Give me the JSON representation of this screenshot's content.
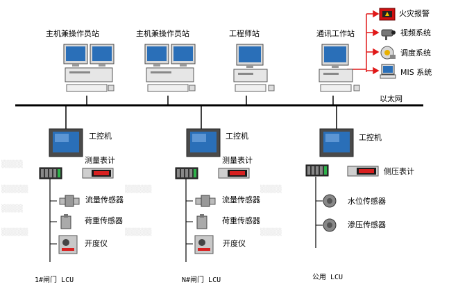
{
  "top": {
    "stations": [
      {
        "label": "主机兼操作员站"
      },
      {
        "label": "主机兼操作员站"
      },
      {
        "label": "工程师站"
      },
      {
        "label": "通讯工作站"
      }
    ],
    "external_systems": [
      {
        "label": "火灾报警",
        "icon": "fire-alarm-icon"
      },
      {
        "label": "视频系统",
        "icon": "camera-icon"
      },
      {
        "label": "调度系统",
        "icon": "dispatch-icon"
      },
      {
        "label": "MIS 系统",
        "icon": "computer-icon"
      }
    ]
  },
  "network": {
    "label": "以太网"
  },
  "lcus": [
    {
      "name": "1#闸门 LCU",
      "ipc_label": "工控机",
      "meter_label": "测量表计",
      "sensors": [
        {
          "label": "流量传感器",
          "icon": "flow-sensor-icon"
        },
        {
          "label": "荷重传感器",
          "icon": "load-sensor-icon"
        },
        {
          "label": "开度仪",
          "icon": "opening-meter-icon"
        }
      ]
    },
    {
      "name": "N#闸门 LCU",
      "ipc_label": "工控机",
      "meter_label": "测量表计",
      "sensors": [
        {
          "label": "流量传感器",
          "icon": "flow-sensor-icon"
        },
        {
          "label": "荷重传感器",
          "icon": "load-sensor-icon"
        },
        {
          "label": "开度仪",
          "icon": "opening-meter-icon"
        }
      ]
    },
    {
      "name": "公用 LCU",
      "ipc_label": "工控机",
      "meter_label": "侧压表计",
      "sensors": [
        {
          "label": "水位传感器",
          "icon": "water-level-sensor-icon"
        },
        {
          "label": "渗压传感器",
          "icon": "seepage-sensor-icon"
        }
      ]
    }
  ],
  "colors": {
    "wire": "#000000",
    "link": "#e01818",
    "screen": "#2a6fb8"
  }
}
